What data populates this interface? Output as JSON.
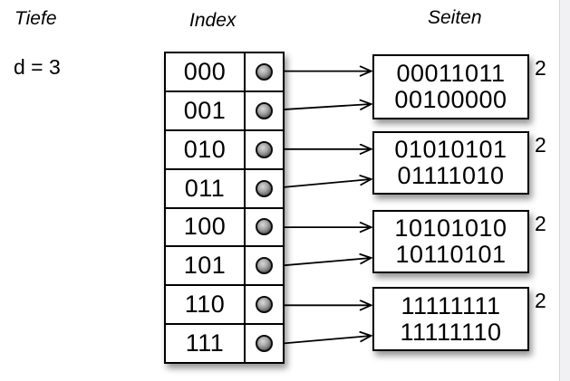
{
  "headings": {
    "depth_column": "Tiefe",
    "index_column": "Index",
    "pages_column": "Seiten"
  },
  "global_depth": "d = 3",
  "index_table": {
    "rows": [
      "000",
      "001",
      "010",
      "011",
      "100",
      "101",
      "110",
      "111"
    ]
  },
  "pages": [
    {
      "entries": [
        "00011011",
        "00100000"
      ],
      "local_depth": "2"
    },
    {
      "entries": [
        "01010101",
        "01111010"
      ],
      "local_depth": "2"
    },
    {
      "entries": [
        "10101010",
        "10110101"
      ],
      "local_depth": "2"
    },
    {
      "entries": [
        "11111111",
        "11111110"
      ],
      "local_depth": "2"
    }
  ],
  "links": [
    {
      "from_row": 0,
      "to_page": 0
    },
    {
      "from_row": 1,
      "to_page": 0
    },
    {
      "from_row": 2,
      "to_page": 1
    },
    {
      "from_row": 3,
      "to_page": 1
    },
    {
      "from_row": 4,
      "to_page": 2
    },
    {
      "from_row": 5,
      "to_page": 2
    },
    {
      "from_row": 6,
      "to_page": 3
    },
    {
      "from_row": 7,
      "to_page": 3
    }
  ],
  "colors": {
    "line": "#000000",
    "background": "#ffffff",
    "page_fill": "#ffffff",
    "side_strip": "#f1f1f4"
  }
}
